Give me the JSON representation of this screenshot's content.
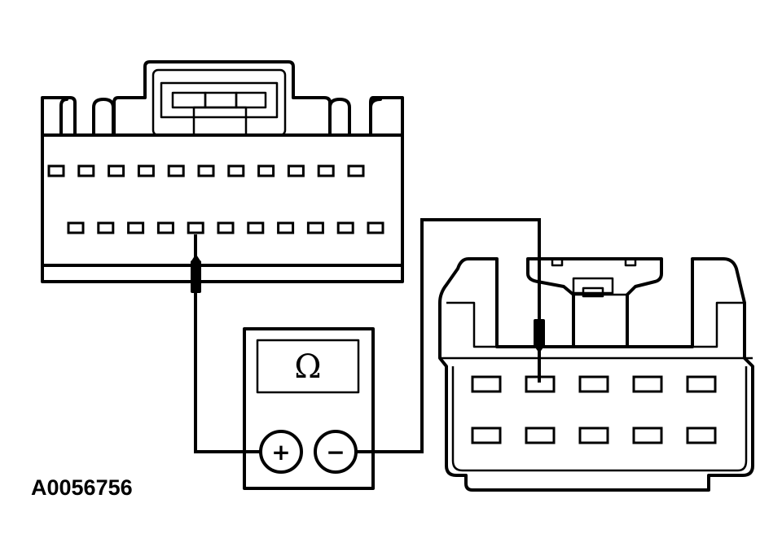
{
  "figure": {
    "id_label": "A0056756"
  },
  "meter": {
    "display_symbol": "Ω",
    "positive_label": "+",
    "negative_label": "−"
  },
  "connector_left": {
    "top_row_pins": 11,
    "bottom_row_pins": 11,
    "probed_pin_index": 4
  },
  "connector_right": {
    "top_row_pins": 5,
    "bottom_row_pins": 5,
    "probed_pin_index": 1
  }
}
